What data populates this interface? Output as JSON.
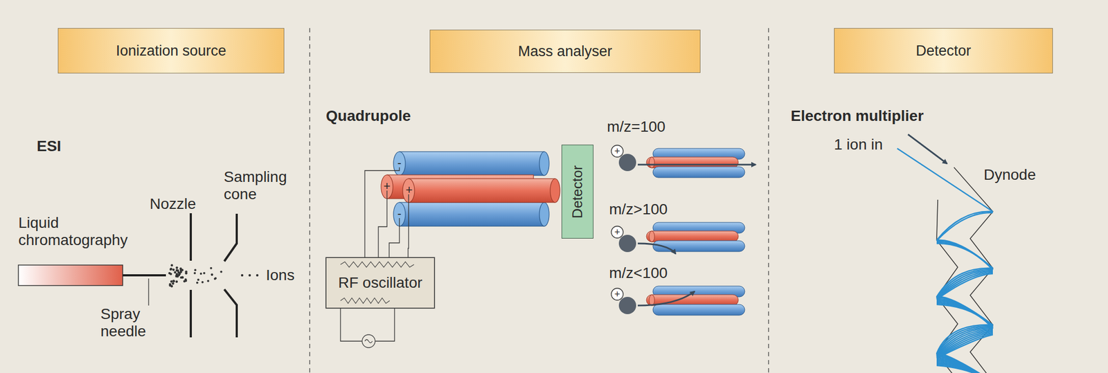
{
  "diagram": {
    "nodes": [
      {
        "text": [
          "Ionization source"
        ]
      },
      {
        "text": [
          "Mass analyser"
        ]
      },
      {
        "text": [
          "Detector"
        ]
      },
      {
        "text": [
          "Detector"
        ]
      },
      {
        "text": [
          "RF oscillator"
        ]
      }
    ],
    "labels": [
      "ESI",
      "Liquid chromatography",
      "Spray needle",
      "Nozzle",
      "Sampling cone",
      "Ions",
      "Quadrupole",
      "-",
      "+",
      "+",
      "-",
      "m/z=100",
      "+",
      "m/z>100",
      "+",
      "m/z<100",
      "+",
      "Electron multiplier",
      "1 ion in",
      "Dynode"
    ]
  }
}
